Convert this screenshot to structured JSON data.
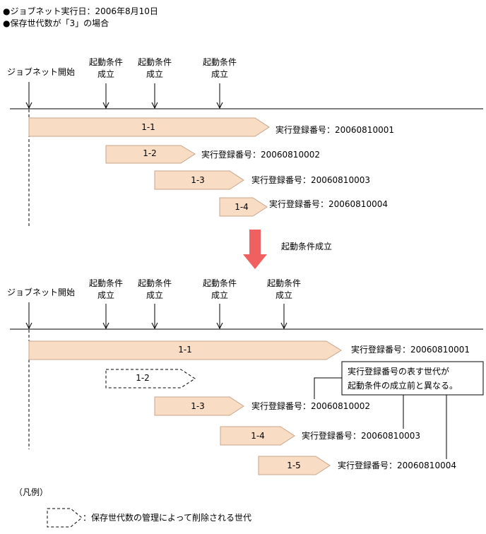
{
  "header": {
    "line1": "●ジョブネット実行日：2006年8月10日",
    "line2": "●保存世代数が「3」の場合"
  },
  "top": {
    "start_label": "ジョブネット開始",
    "triggers": [
      {
        "line1": "起動条件",
        "line2": "成立"
      },
      {
        "line1": "起動条件",
        "line2": "成立"
      },
      {
        "line1": "起動条件",
        "line2": "成立"
      }
    ],
    "bars": [
      {
        "label": "1-1",
        "reg": "実行登録番号：20060810001",
        "deleted": false
      },
      {
        "label": "1-2",
        "reg": "実行登録番号：20060810002",
        "deleted": false
      },
      {
        "label": "1-3",
        "reg": "実行登録番号：20060810003",
        "deleted": false
      },
      {
        "label": "1-4",
        "reg": "実行登録番号：20060810004",
        "deleted": false
      }
    ]
  },
  "transition": {
    "label": "起動条件成立",
    "arrow_color": "#f06060"
  },
  "bottom": {
    "start_label": "ジョブネット開始",
    "triggers": [
      {
        "line1": "起動条件",
        "line2": "成立"
      },
      {
        "line1": "起動条件",
        "line2": "成立"
      },
      {
        "line1": "起動条件",
        "line2": "成立"
      },
      {
        "line1": "起動条件",
        "line2": "成立"
      }
    ],
    "bars": [
      {
        "label": "1-1",
        "reg": "実行登録番号：20060810001",
        "deleted": false
      },
      {
        "label": "1-2",
        "reg": "",
        "deleted": true
      },
      {
        "label": "1-3",
        "reg": "実行登録番号：20060810002",
        "deleted": false
      },
      {
        "label": "1-4",
        "reg": "実行登録番号：20060810003",
        "deleted": false
      },
      {
        "label": "1-5",
        "reg": "実行登録番号：20060810004",
        "deleted": false
      }
    ],
    "callout": {
      "line1": "実行登録番号の表す世代が",
      "line2": "起動条件の成立前と異なる。"
    }
  },
  "legend": {
    "title": "（凡例）",
    "deleted_desc": "：保存世代数の管理によって削除される世代"
  },
  "colors": {
    "bar_fill": "#f8dcc4",
    "bar_stroke": "#c8a488",
    "line": "#000000"
  }
}
